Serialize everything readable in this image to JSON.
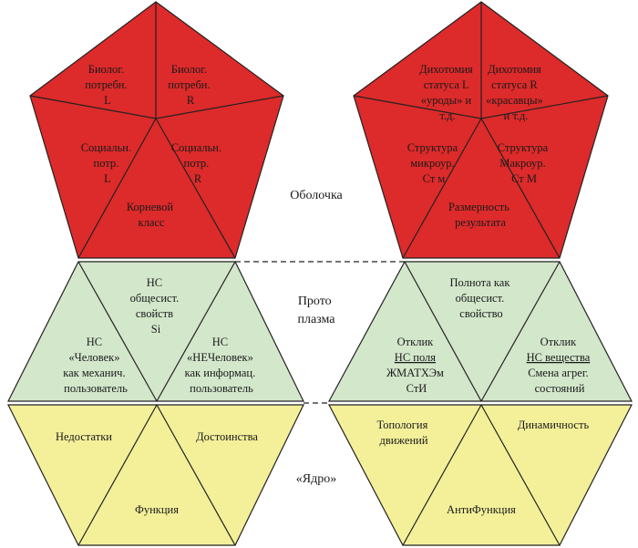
{
  "colors": {
    "shell": "#dd2a2a",
    "protoplasm": "#d3e7cb",
    "core": "#f4f09a",
    "stroke": "#222222"
  },
  "middle": {
    "shell": "Оболочка",
    "protoplasm_l1": "Прото",
    "protoplasm_l2": "плазма",
    "core": "«Ядро»"
  },
  "left": {
    "shell": {
      "biol_l": [
        "Биолог.",
        "потребн.",
        "L"
      ],
      "biol_r": [
        "Биолог.",
        "потребн.",
        "R"
      ],
      "soc_l": [
        "Социальн.",
        "потр.",
        "L"
      ],
      "soc_r": [
        "Социальн.",
        "потр.",
        "R"
      ],
      "root": [
        "Корневой",
        "класс"
      ]
    },
    "protoplasm": {
      "top": [
        "НС",
        "общесист.",
        "свойств",
        "Si"
      ],
      "left": [
        "НС",
        "«Человек»",
        "как механич.",
        "пользователь"
      ],
      "right": [
        "НС",
        "«НЕЧеловек»",
        "как информац.",
        "пользователь"
      ]
    },
    "core": {
      "left": "Недостатки",
      "right": "Достоинства",
      "bottom": "Функция"
    }
  },
  "right": {
    "shell": {
      "dich_l": [
        "Дихотомия",
        "статуса L",
        "«уроды» и",
        "т.д."
      ],
      "dich_r": [
        "Дихотомия",
        "статуса R",
        "«красавцы»",
        "и т.д."
      ],
      "struct_micro": [
        "Структура",
        "микроур.",
        "Ст м"
      ],
      "struct_macro": [
        "Структура",
        "Макроур.",
        "Ст М"
      ],
      "dimension": [
        "Размерность",
        "результата"
      ]
    },
    "protoplasm": {
      "top": [
        "Полнота как",
        "общесист.",
        "свойство"
      ],
      "left": [
        "Отклик",
        "НС поля",
        "ЖМАТХЭм",
        "СтИ"
      ],
      "right": [
        "Отклик",
        "НС вещества",
        "Смена агрег.",
        "состояний"
      ]
    },
    "core": {
      "left": [
        "Топология",
        "движений"
      ],
      "right": "Динамичность",
      "bottom": "АнтиФункция"
    }
  }
}
